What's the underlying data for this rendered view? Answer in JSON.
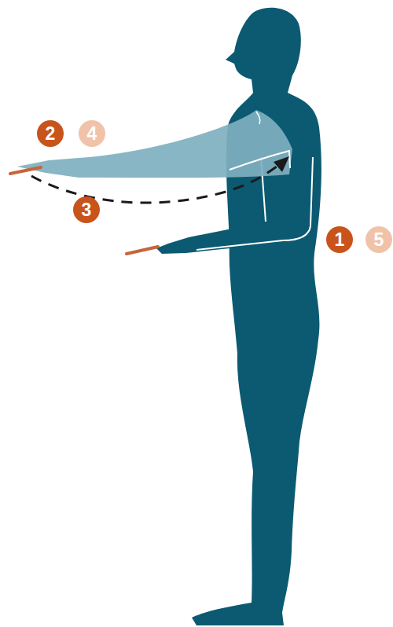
{
  "diagram": {
    "nodes": [
      {
        "text": [
          "2"
        ]
      },
      {
        "text": [
          "4"
        ]
      },
      {
        "text": [
          "3"
        ]
      },
      {
        "text": [
          "1"
        ]
      },
      {
        "text": [
          "5"
        ]
      }
    ]
  }
}
